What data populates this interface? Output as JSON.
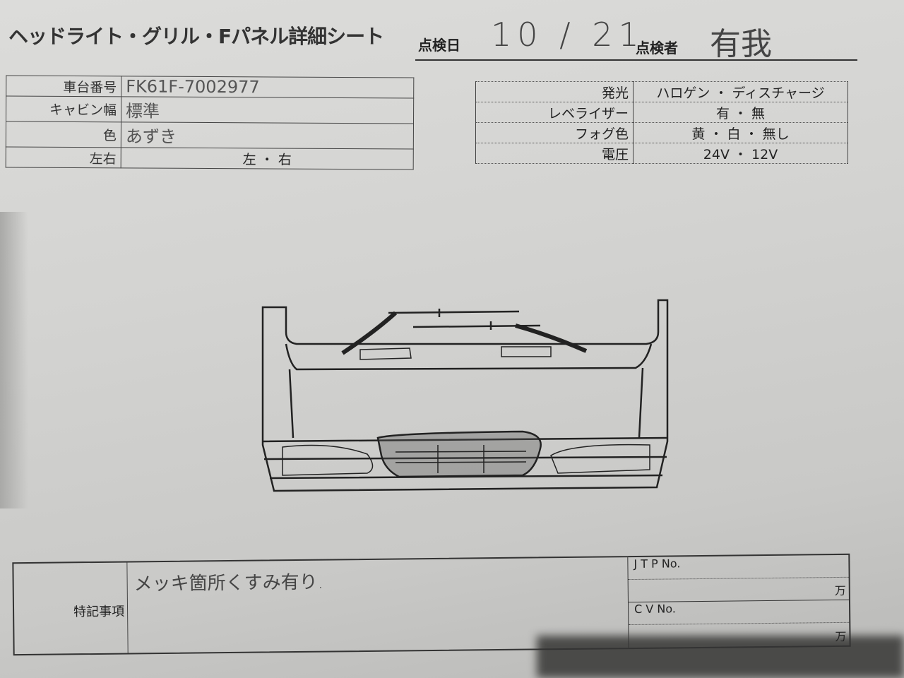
{
  "title": "ヘッドライト・グリル・Fパネル詳細シート",
  "inspection_date": {
    "label": "点検日",
    "value": "10 / 21"
  },
  "inspector": {
    "label": "点検者",
    "value": "有我"
  },
  "vehicle_table": [
    {
      "label": "車台番号",
      "value": "FK61F-7002977"
    },
    {
      "label": "キャビン幅",
      "value": "標準"
    },
    {
      "label": "色",
      "value": "あずき"
    },
    {
      "label": "左右",
      "value": "左 ・ 右"
    }
  ],
  "light_table": [
    {
      "label": "発光",
      "value": "ハロゲン ・ ディスチャージ"
    },
    {
      "label": "レベライザー",
      "value": "有 ・ 無"
    },
    {
      "label": "フォグ色",
      "value": "黄 ・ 白 ・ 無し"
    },
    {
      "label": "電圧",
      "value": "24V ・ 12V"
    }
  ],
  "remarks": {
    "label": "特記事項",
    "value": "メッキ箇所くすみ有り."
  },
  "jtp": {
    "label": "J T P No.",
    "unit": "万"
  },
  "cv": {
    "label": "C V No.",
    "unit": "万"
  }
}
